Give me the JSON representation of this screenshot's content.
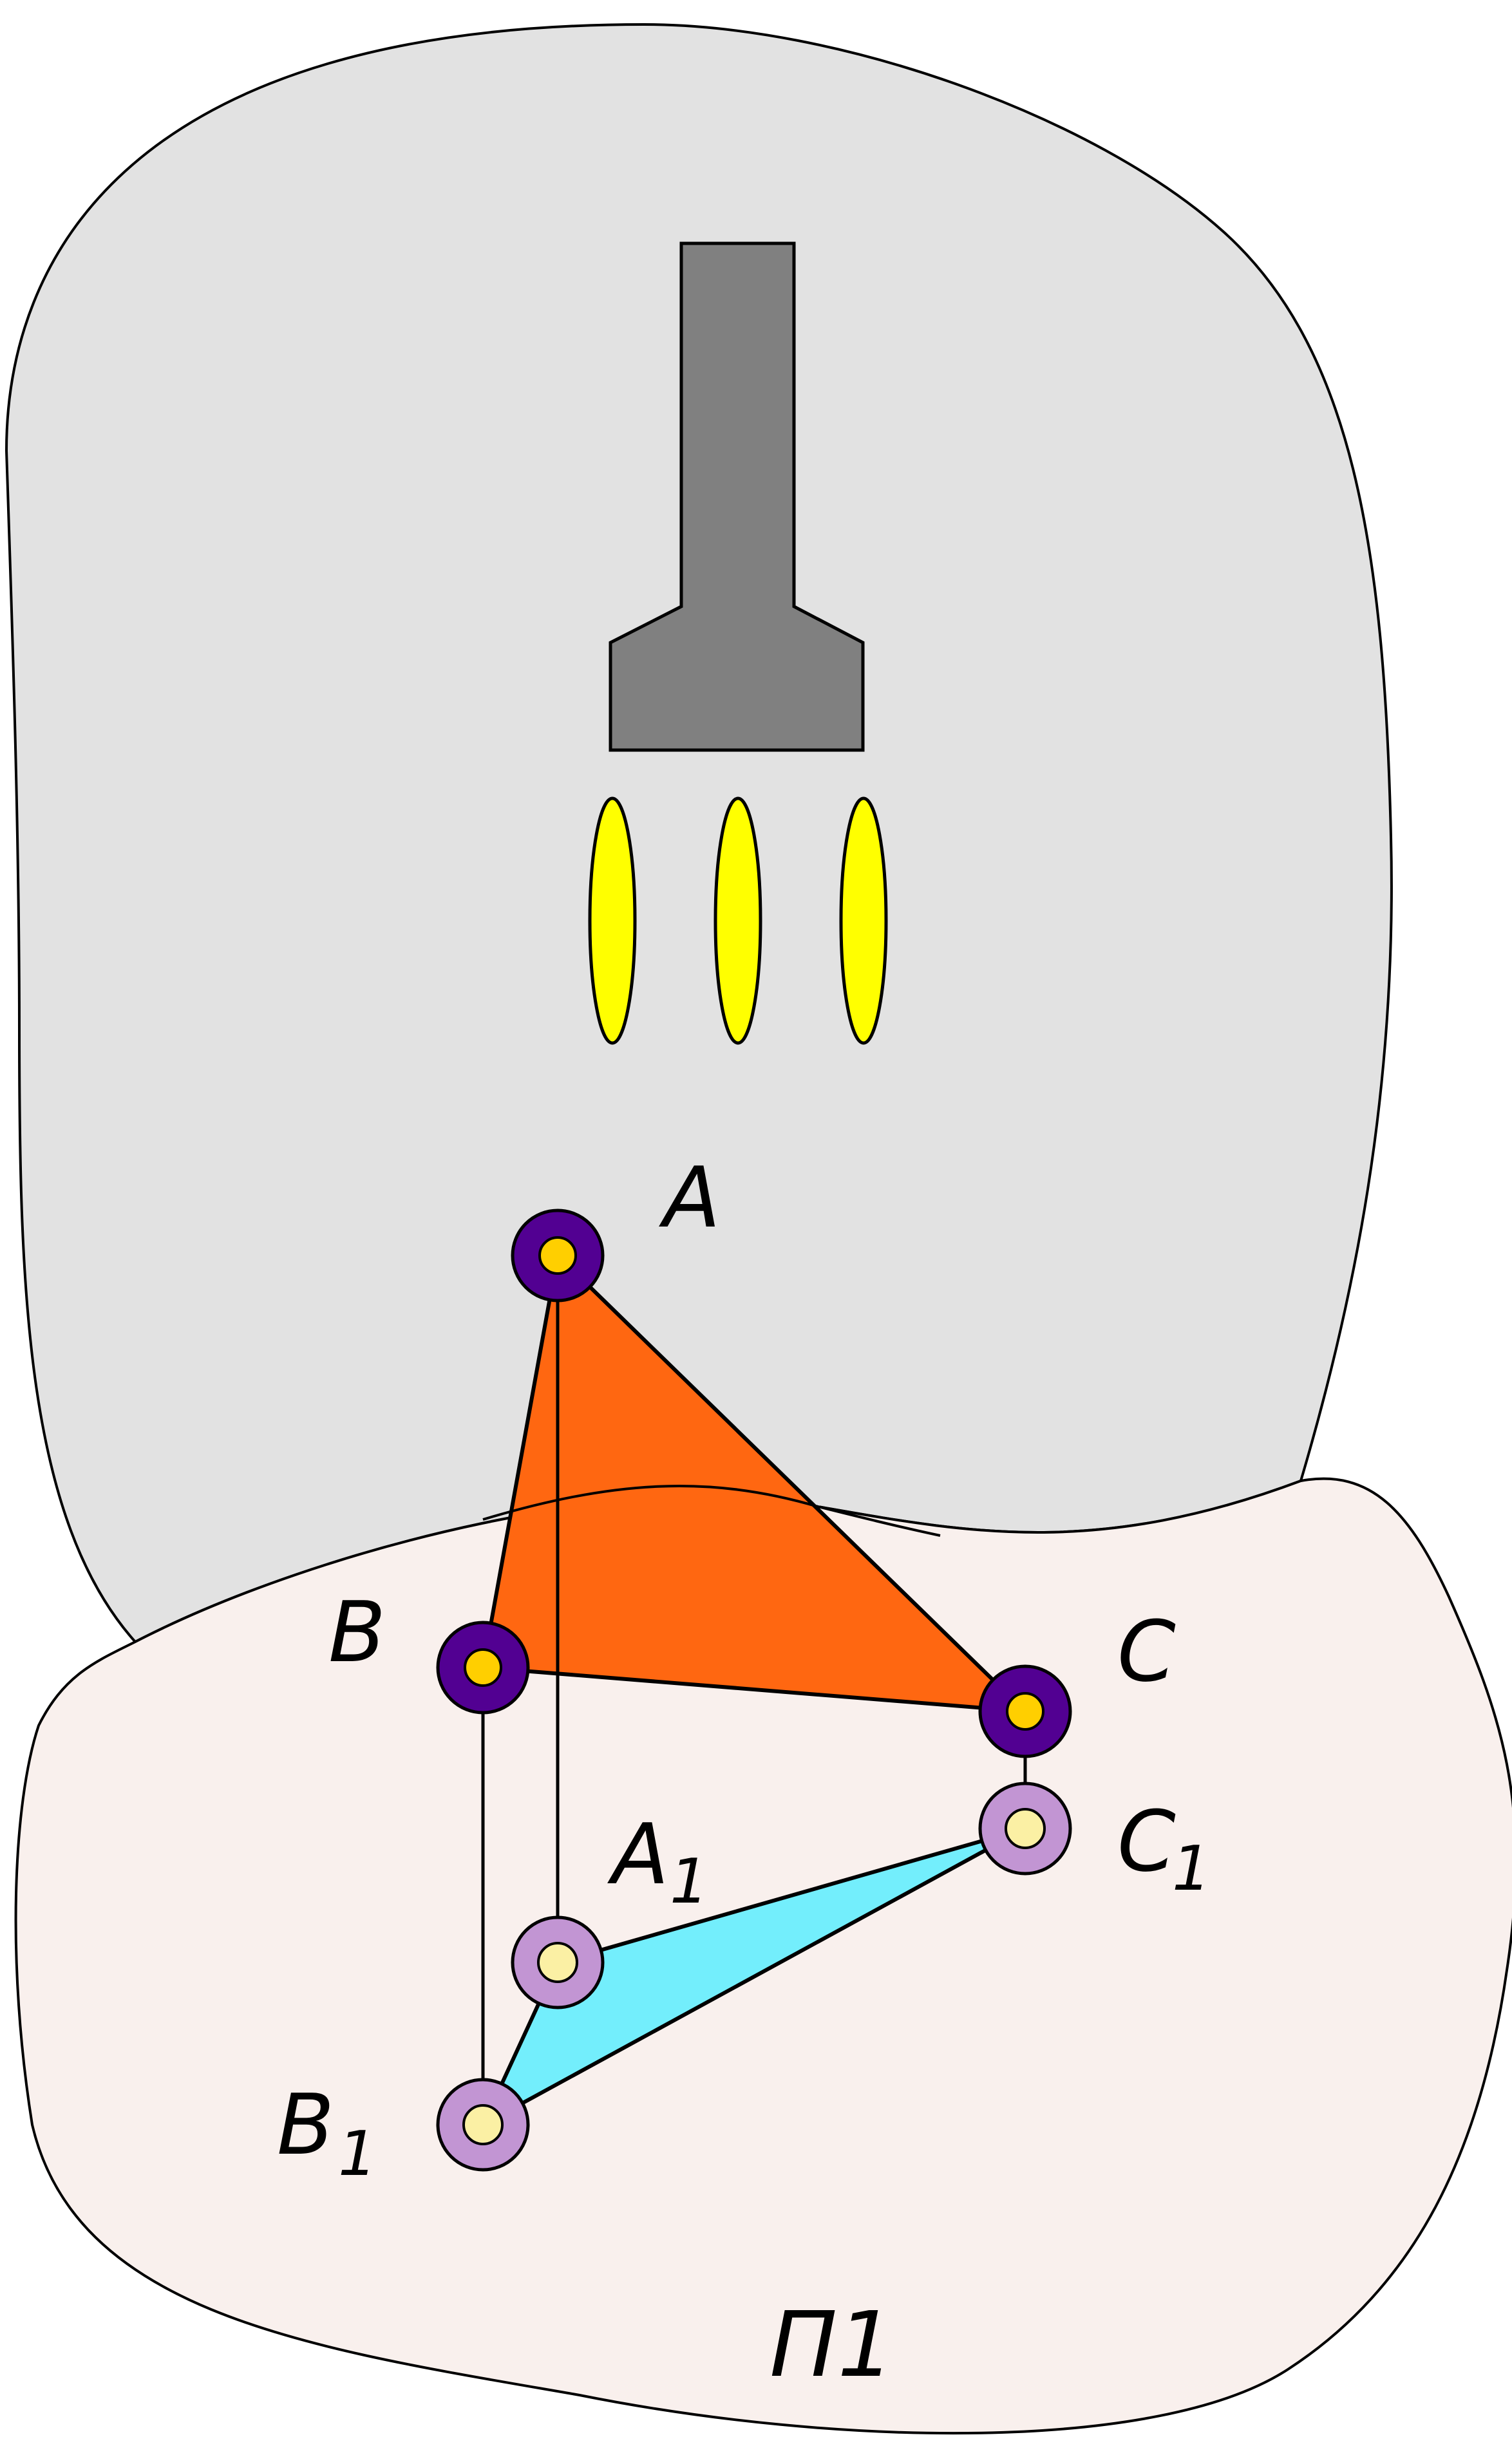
{
  "colors": {
    "background": "#ffffff",
    "upper_region": "#e2e2e2",
    "lower_plane": "#f9f0ed",
    "projector": "#808080",
    "rays": "#ffff00",
    "triangle_abc": "#ff6711",
    "triangle_projection": "#73eefc",
    "point_outer": "#520092",
    "point_inner": "#ffcf00",
    "projection_outer": "#c295d3",
    "projection_inner": "#fbf0a4",
    "stroke": "#000000"
  },
  "icons": {
    "projector": "projector-shape",
    "rays": "light-ray-ellipse",
    "points": "point-marker-circle"
  },
  "labels": {
    "A": "A",
    "B": "B",
    "C": "C",
    "A1_main": "A",
    "A1_sub": "1",
    "B1_main": "B",
    "B1_sub": "1",
    "C1_main": "C",
    "C1_sub": "1",
    "plane": "П1"
  }
}
